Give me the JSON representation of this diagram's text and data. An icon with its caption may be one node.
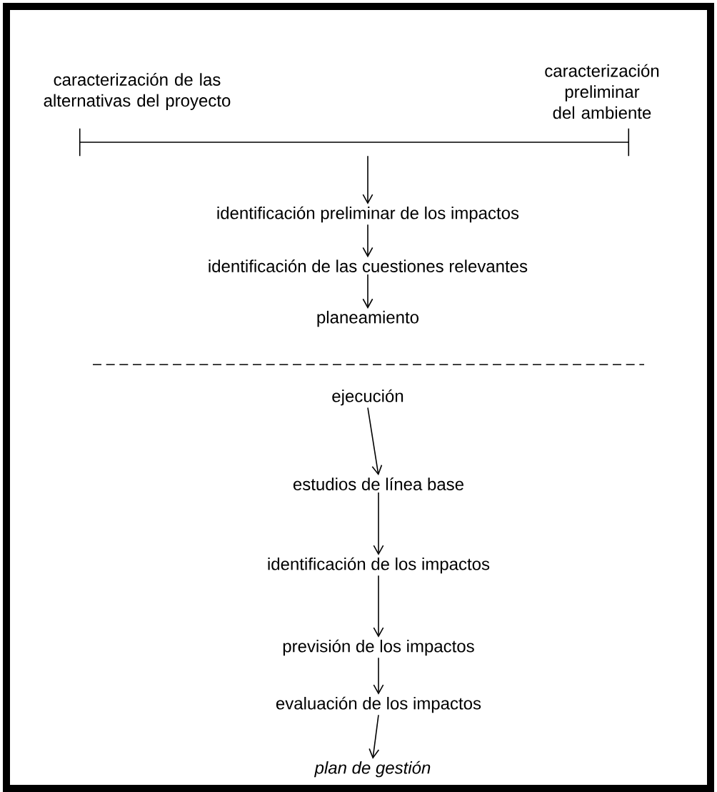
{
  "diagram": {
    "nodes": [
      {
        "text": [
          "caracterización de las alternativas del proyecto"
        ]
      },
      {
        "text": [
          "caracterización preliminar del ambiente"
        ]
      },
      {
        "text": [],
        "shape": "bar"
      },
      {
        "text": [
          "identificación preliminar de los impactos"
        ]
      },
      {
        "text": [
          "identificación de las cuestiones relevantes"
        ]
      },
      {
        "text": [
          "planeamiento"
        ]
      },
      {
        "text": [
          "ejecución"
        ]
      },
      {
        "text": [
          "estudios de línea base"
        ]
      },
      {
        "text": [
          "identificación de los impactos"
        ]
      },
      {
        "text": [
          "previsión de los impactos"
        ]
      },
      {
        "text": [
          "evaluación de los impactos"
        ]
      },
      {
        "text": [
          "plan de gestión"
        ]
      }
    ],
    "edges": [
      {
        "from": 2,
        "to": 3,
        "arrow": "to"
      },
      {
        "from": 3,
        "to": 4,
        "arrow": "to"
      },
      {
        "from": 4,
        "to": 5,
        "arrow": "to"
      },
      {
        "from": 6,
        "to": 7,
        "arrow": "to"
      },
      {
        "from": 7,
        "to": 8,
        "arrow": "to"
      },
      {
        "from": 8,
        "to": 9,
        "arrow": "to"
      },
      {
        "from": 9,
        "to": 10,
        "arrow": "to"
      },
      {
        "from": 10,
        "to": 11,
        "arrow": "to"
      }
    ]
  }
}
